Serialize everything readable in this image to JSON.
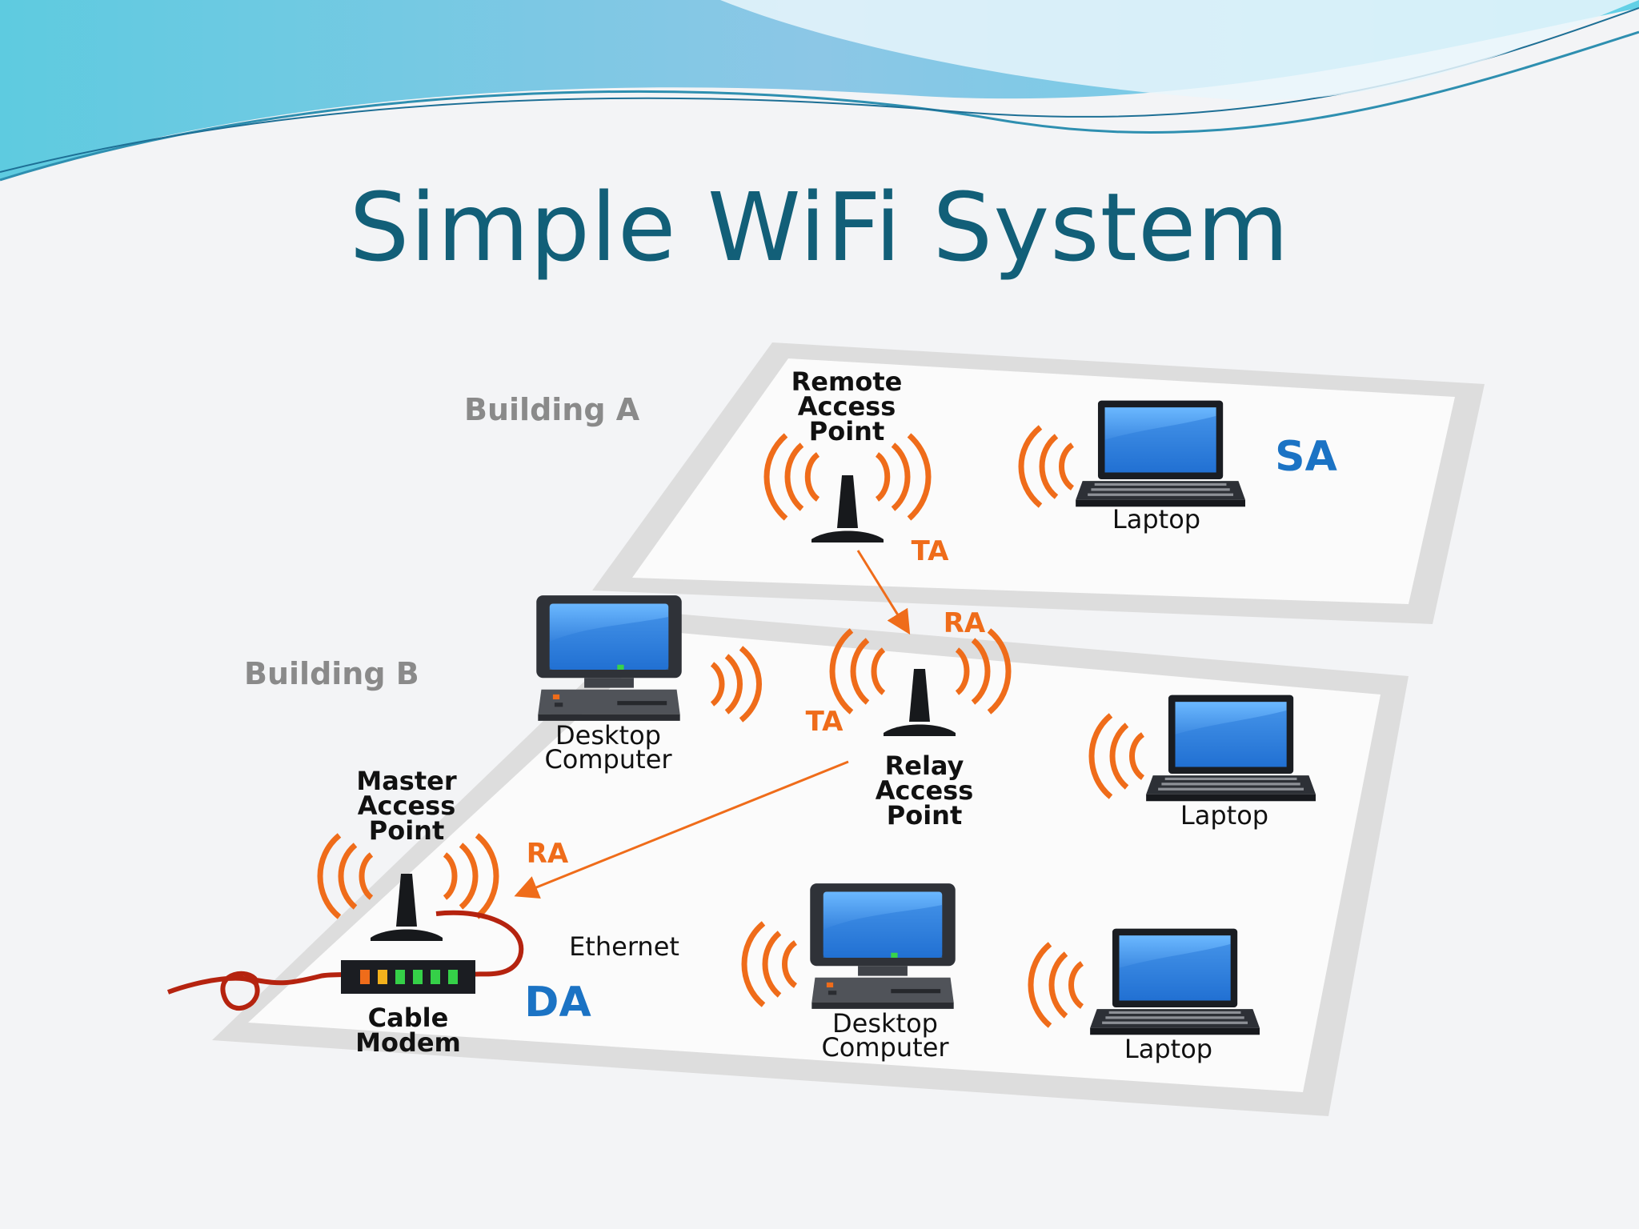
{
  "slide": {
    "title": "Simple WiFi System"
  },
  "diagram": {
    "building_a": "Building A",
    "building_b": "Building B",
    "remote_ap": [
      "Remote",
      "Access",
      "Point"
    ],
    "relay_ap": [
      "Relay",
      "Access",
      "Point"
    ],
    "master_ap": [
      "Master",
      "Access",
      "Point"
    ],
    "cable_modem": [
      "Cable",
      "Modem"
    ],
    "desktop": [
      "Desktop",
      "Computer"
    ],
    "laptop": "Laptop",
    "ethernet": "Ethernet",
    "ta": "TA",
    "ra": "RA",
    "sa": "SA",
    "da": "DA"
  },
  "colors": {
    "title": "#125f78",
    "signal": "#ef6c1a",
    "address_blue": "#1b73c4",
    "header_wave": "#7cc8e4"
  }
}
